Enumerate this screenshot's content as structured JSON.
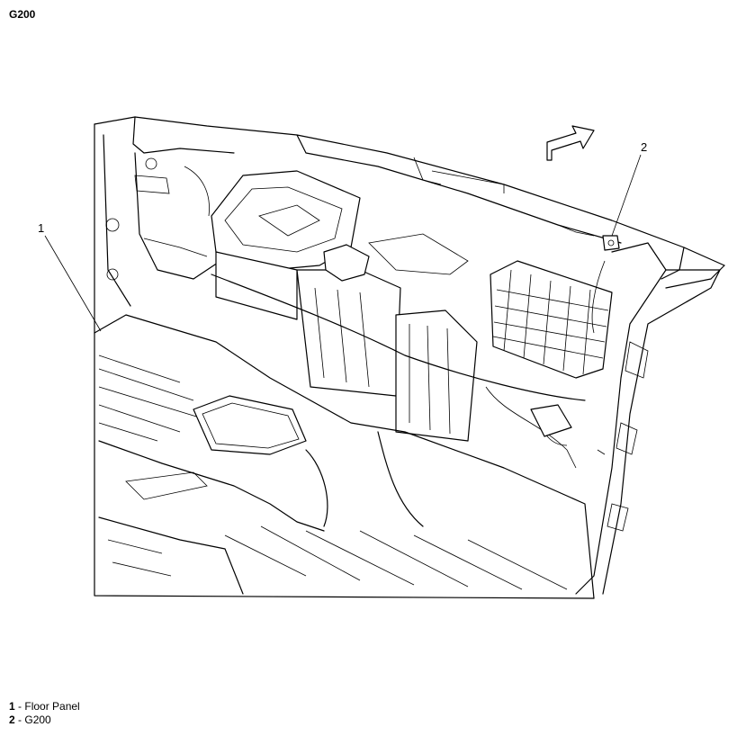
{
  "title": "G200",
  "callouts": [
    {
      "id": "1",
      "label": "1"
    },
    {
      "id": "2",
      "label": "2"
    }
  ],
  "legend": [
    {
      "num": "1",
      "sep": " - ",
      "text": "Floor Panel"
    },
    {
      "num": "2",
      "sep": " - ",
      "text": "G200"
    }
  ]
}
